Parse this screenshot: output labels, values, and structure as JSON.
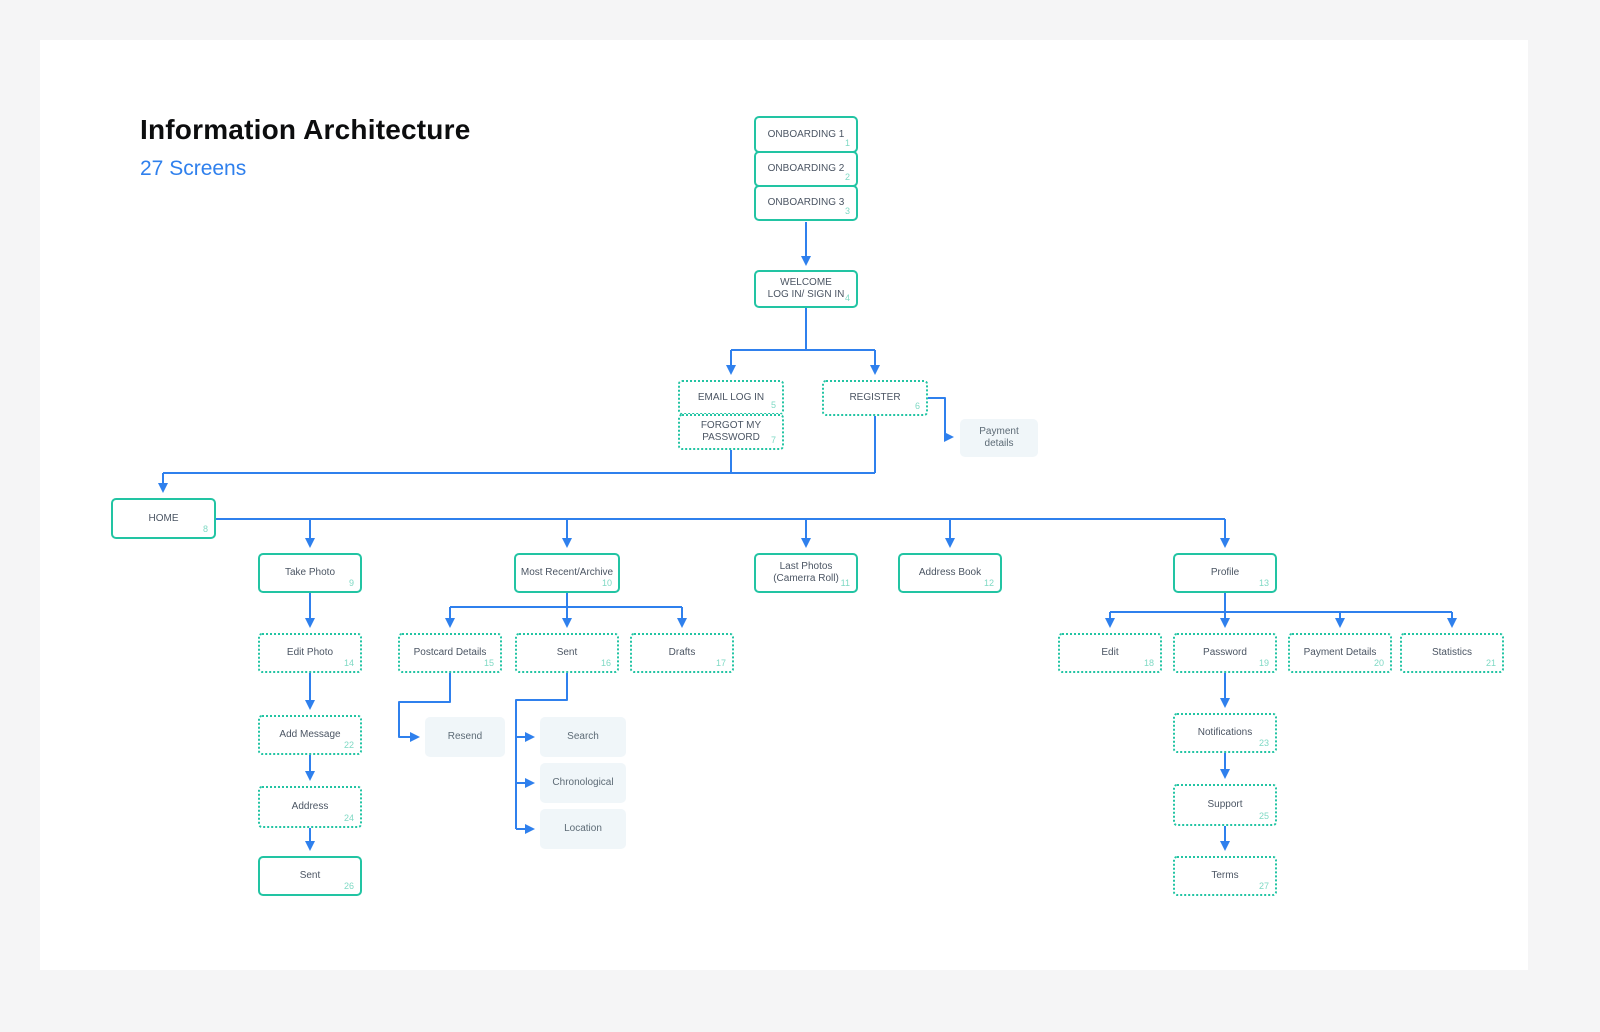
{
  "page": {
    "title": "Information Architecture",
    "subtitle": "27 Screens"
  },
  "colors": {
    "accent_teal": "#22c4a3",
    "accent_blue": "#2f80ed",
    "light_box_bg": "#f0f6f9",
    "page_bg": "#f5f5f6",
    "card_bg": "#ffffff"
  },
  "nodes": {
    "onboarding_1": {
      "label": "ONBOARDING 1",
      "num": "1"
    },
    "onboarding_2": {
      "label": "ONBOARDING 2",
      "num": "2"
    },
    "onboarding_3": {
      "label": "ONBOARDING 3",
      "num": "3"
    },
    "welcome": {
      "label": "WELCOME\nLOG IN/ SIGN IN",
      "num": "4"
    },
    "email_log_in": {
      "label": "EMAIL LOG IN",
      "num": "5"
    },
    "register": {
      "label": "REGISTER",
      "num": "6"
    },
    "forgot_my_password": {
      "label": "FORGOT MY PASSWORD",
      "num": "7"
    },
    "payment_details_note": {
      "label": "Payment\ndetails",
      "num": ""
    },
    "home": {
      "label": "HOME",
      "num": "8"
    },
    "take_photo": {
      "label": "Take Photo",
      "num": "9"
    },
    "most_recent_archive": {
      "label": "Most Recent/Archive",
      "num": "10"
    },
    "last_photos": {
      "label": "Last Photos\n(Camerra Roll)",
      "num": "11"
    },
    "address_book": {
      "label": "Address Book",
      "num": "12"
    },
    "profile": {
      "label": "Profile",
      "num": "13"
    },
    "edit_photo": {
      "label": "Edit Photo",
      "num": "14"
    },
    "postcard_details": {
      "label": "Postcard Details",
      "num": "15"
    },
    "sent_folder": {
      "label": "Sent",
      "num": "16"
    },
    "drafts": {
      "label": "Drafts",
      "num": "17"
    },
    "edit": {
      "label": "Edit",
      "num": "18"
    },
    "password": {
      "label": "Password",
      "num": "19"
    },
    "payment_details": {
      "label": "Payment Details",
      "num": "20"
    },
    "statistics": {
      "label": "Statistics",
      "num": "21"
    },
    "add_message": {
      "label": "Add Message",
      "num": "22"
    },
    "notifications": {
      "label": "Notifications",
      "num": "23"
    },
    "address": {
      "label": "Address",
      "num": "24"
    },
    "support": {
      "label": "Support",
      "num": "25"
    },
    "sent_confirm": {
      "label": "Sent",
      "num": "26"
    },
    "terms": {
      "label": "Terms",
      "num": "27"
    },
    "resend": {
      "label": "Resend",
      "num": ""
    },
    "search": {
      "label": "Search",
      "num": ""
    },
    "chronological": {
      "label": "Chronological",
      "num": ""
    },
    "location": {
      "label": "Location",
      "num": ""
    }
  }
}
